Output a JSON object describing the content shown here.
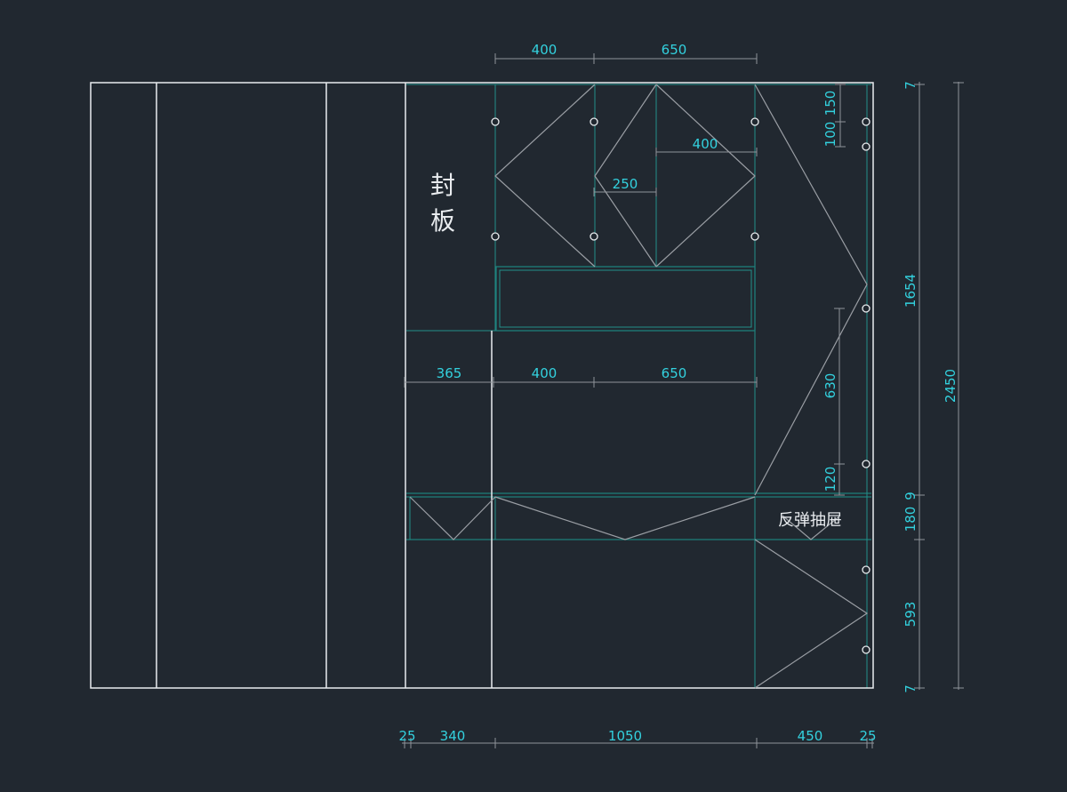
{
  "labels": {
    "sealing_board_line1": "封",
    "sealing_board_line2": "板",
    "push_drawer": "反弹抽屉"
  },
  "dimensions": {
    "top_400": "400",
    "top_650": "650",
    "inner_400": "400",
    "inner_250": "250",
    "mid_365": "365",
    "mid_400": "400",
    "mid_650": "650",
    "bottom_25_left": "25",
    "bottom_340": "340",
    "bottom_1050": "1050",
    "bottom_450": "450",
    "bottom_25_right": "25",
    "right_7_top": "7",
    "right_150": "150",
    "right_100": "100",
    "right_1654": "1654",
    "right_630": "630",
    "right_120": "120",
    "right_9": "9",
    "right_180": "180",
    "right_593": "593",
    "right_7_bottom": "7",
    "right_2450": "2450"
  },
  "colors": {
    "background": "#212830",
    "outline": "#e9ecef",
    "panel_line": "#1c7f7a",
    "door_swing": "#9a9ea4",
    "dimension_text": "#33d1de"
  }
}
